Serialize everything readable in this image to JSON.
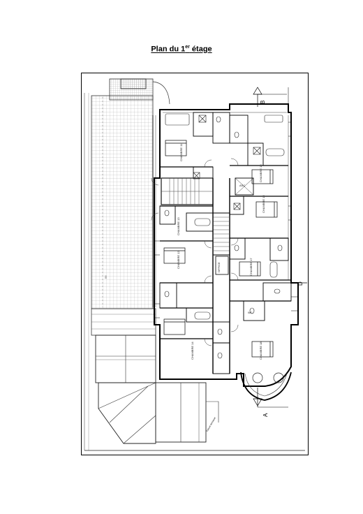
{
  "page": {
    "title_main": "Plan du 1",
    "title_sup": "er",
    "title_end": " étage"
  },
  "section_markers": {
    "a": "A",
    "b": "B",
    "d": "D"
  },
  "rooms": [
    {
      "id": "ch11",
      "label": "CHAMBRE 11"
    },
    {
      "id": "ch12",
      "label": "CHAMBRE 12"
    },
    {
      "id": "ch13",
      "label": "CHAMBRE 13"
    },
    {
      "id": "ch14",
      "label": "CHAMBRE 14"
    },
    {
      "id": "ch15",
      "label": "CHAMBRE 15"
    },
    {
      "id": "ch16",
      "label": "CHAMBRE 16"
    },
    {
      "id": "ch17",
      "label": "CHAMBRE 17"
    },
    {
      "id": "ch18",
      "label": "CHAMBRE 18"
    }
  ],
  "service_labels": {
    "lift": "ASC",
    "wc": "WC",
    "office": "OFFICE"
  },
  "note": "Toiture terrasse"
}
